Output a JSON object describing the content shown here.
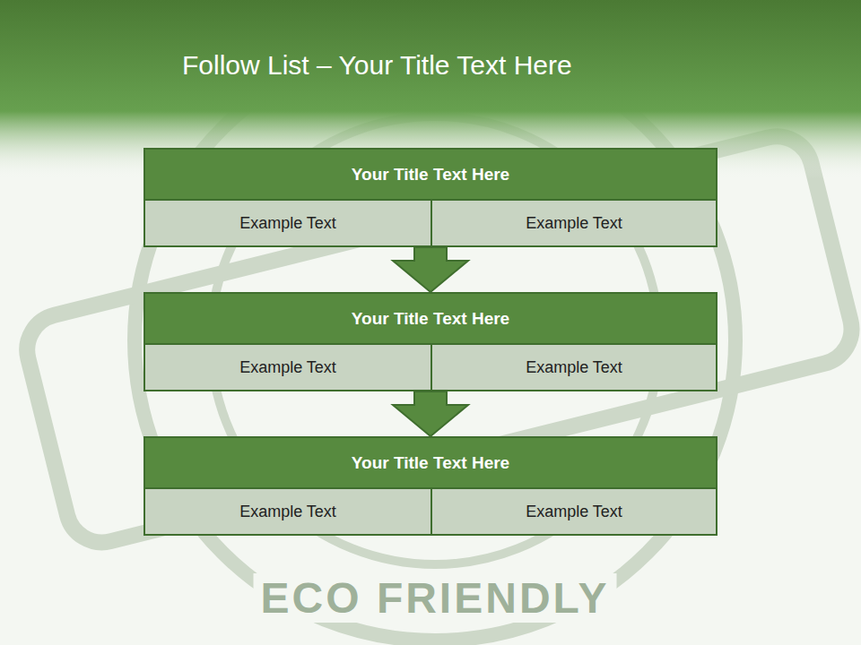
{
  "diagram": {
    "title": "Follow List – Your Title Text Here",
    "nodes": [
      {
        "text": [
          "Your Title Text Here"
        ]
      },
      {
        "text": [
          "Example Text"
        ],
        "in": 0
      },
      {
        "text": [
          "Example Text"
        ],
        "in": 0
      },
      {
        "text": [
          "Your Title Text Here"
        ]
      },
      {
        "text": [
          "Example Text"
        ],
        "in": 3
      },
      {
        "text": [
          "Example Text"
        ],
        "in": 3
      },
      {
        "text": [
          "Your Title Text Here"
        ]
      },
      {
        "text": [
          "Example Text"
        ],
        "in": 6
      },
      {
        "text": [
          "Example Text"
        ],
        "in": 6
      }
    ],
    "edges": [
      {
        "from": 0,
        "to": 3,
        "arrow": "to"
      },
      {
        "from": 3,
        "to": 6,
        "arrow": "to"
      }
    ],
    "labels": [
      "ECO FRIENDLY"
    ]
  }
}
